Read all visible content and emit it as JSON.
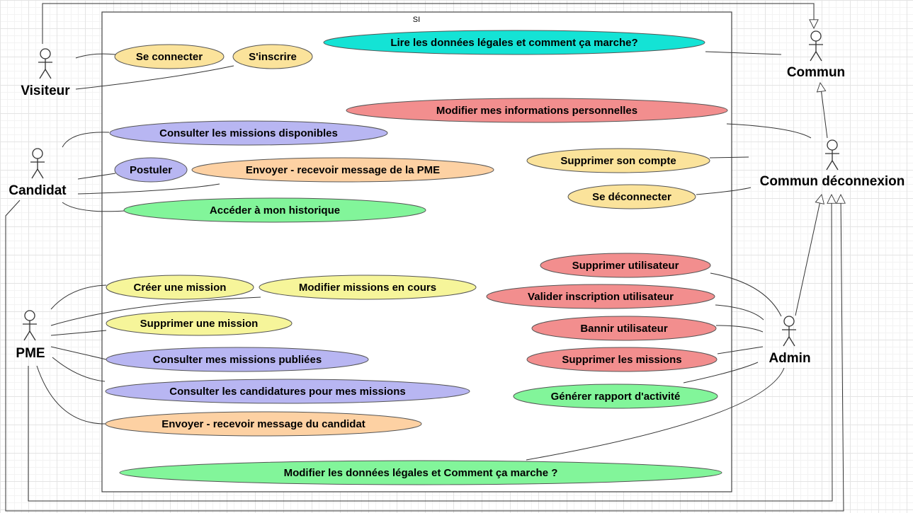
{
  "system": {
    "label": "SI"
  },
  "colors": {
    "cyan": "#14e3d5",
    "yellow": "#fbe39b",
    "lightyellow": "#f6f59a",
    "purple": "#b8b6f2",
    "orange": "#fdd1a3",
    "red": "#f28e8e",
    "green": "#82f59a"
  },
  "actors": {
    "visiteur": "Visiteur",
    "candidat": "Candidat",
    "pme": "PME",
    "commun": "Commun",
    "commun_deconnexion": "Commun déconnexion",
    "admin": "Admin"
  },
  "use_cases": {
    "lire_donnees": "Lire les données légales et comment ça marche?",
    "se_connecter": "Se connecter",
    "s_inscrire": "S'inscrire",
    "modifier_infos": "Modifier mes informations personnelles",
    "consulter_missions_dispo": "Consulter les missions disponibles",
    "supprimer_compte": "Supprimer son compte",
    "postuler": "Postuler",
    "envoyer_msg_pme": "Envoyer - recevoir message de la PME",
    "se_deconnecter": "Se déconnecter",
    "acceder_historique": "Accéder à mon historique",
    "supprimer_utilisateur": "Supprimer utilisateur",
    "creer_mission": "Créer une mission",
    "modifier_missions": "Modifier missions en cours",
    "valider_inscription": "Valider inscription utilisateur",
    "supprimer_mission": "Supprimer une mission",
    "bannir_utilisateur": "Bannir utilisateur",
    "consulter_missions_publiees": "Consulter mes missions publiées",
    "supprimer_missions": "Supprimer les missions",
    "consulter_candidatures": "Consulter les candidatures pour mes missions",
    "generer_rapport": "Générer rapport d'activité",
    "envoyer_msg_candidat": "Envoyer - recevoir message du candidat",
    "modifier_donnees": "Modifier les données légales et Comment ça marche ?"
  }
}
